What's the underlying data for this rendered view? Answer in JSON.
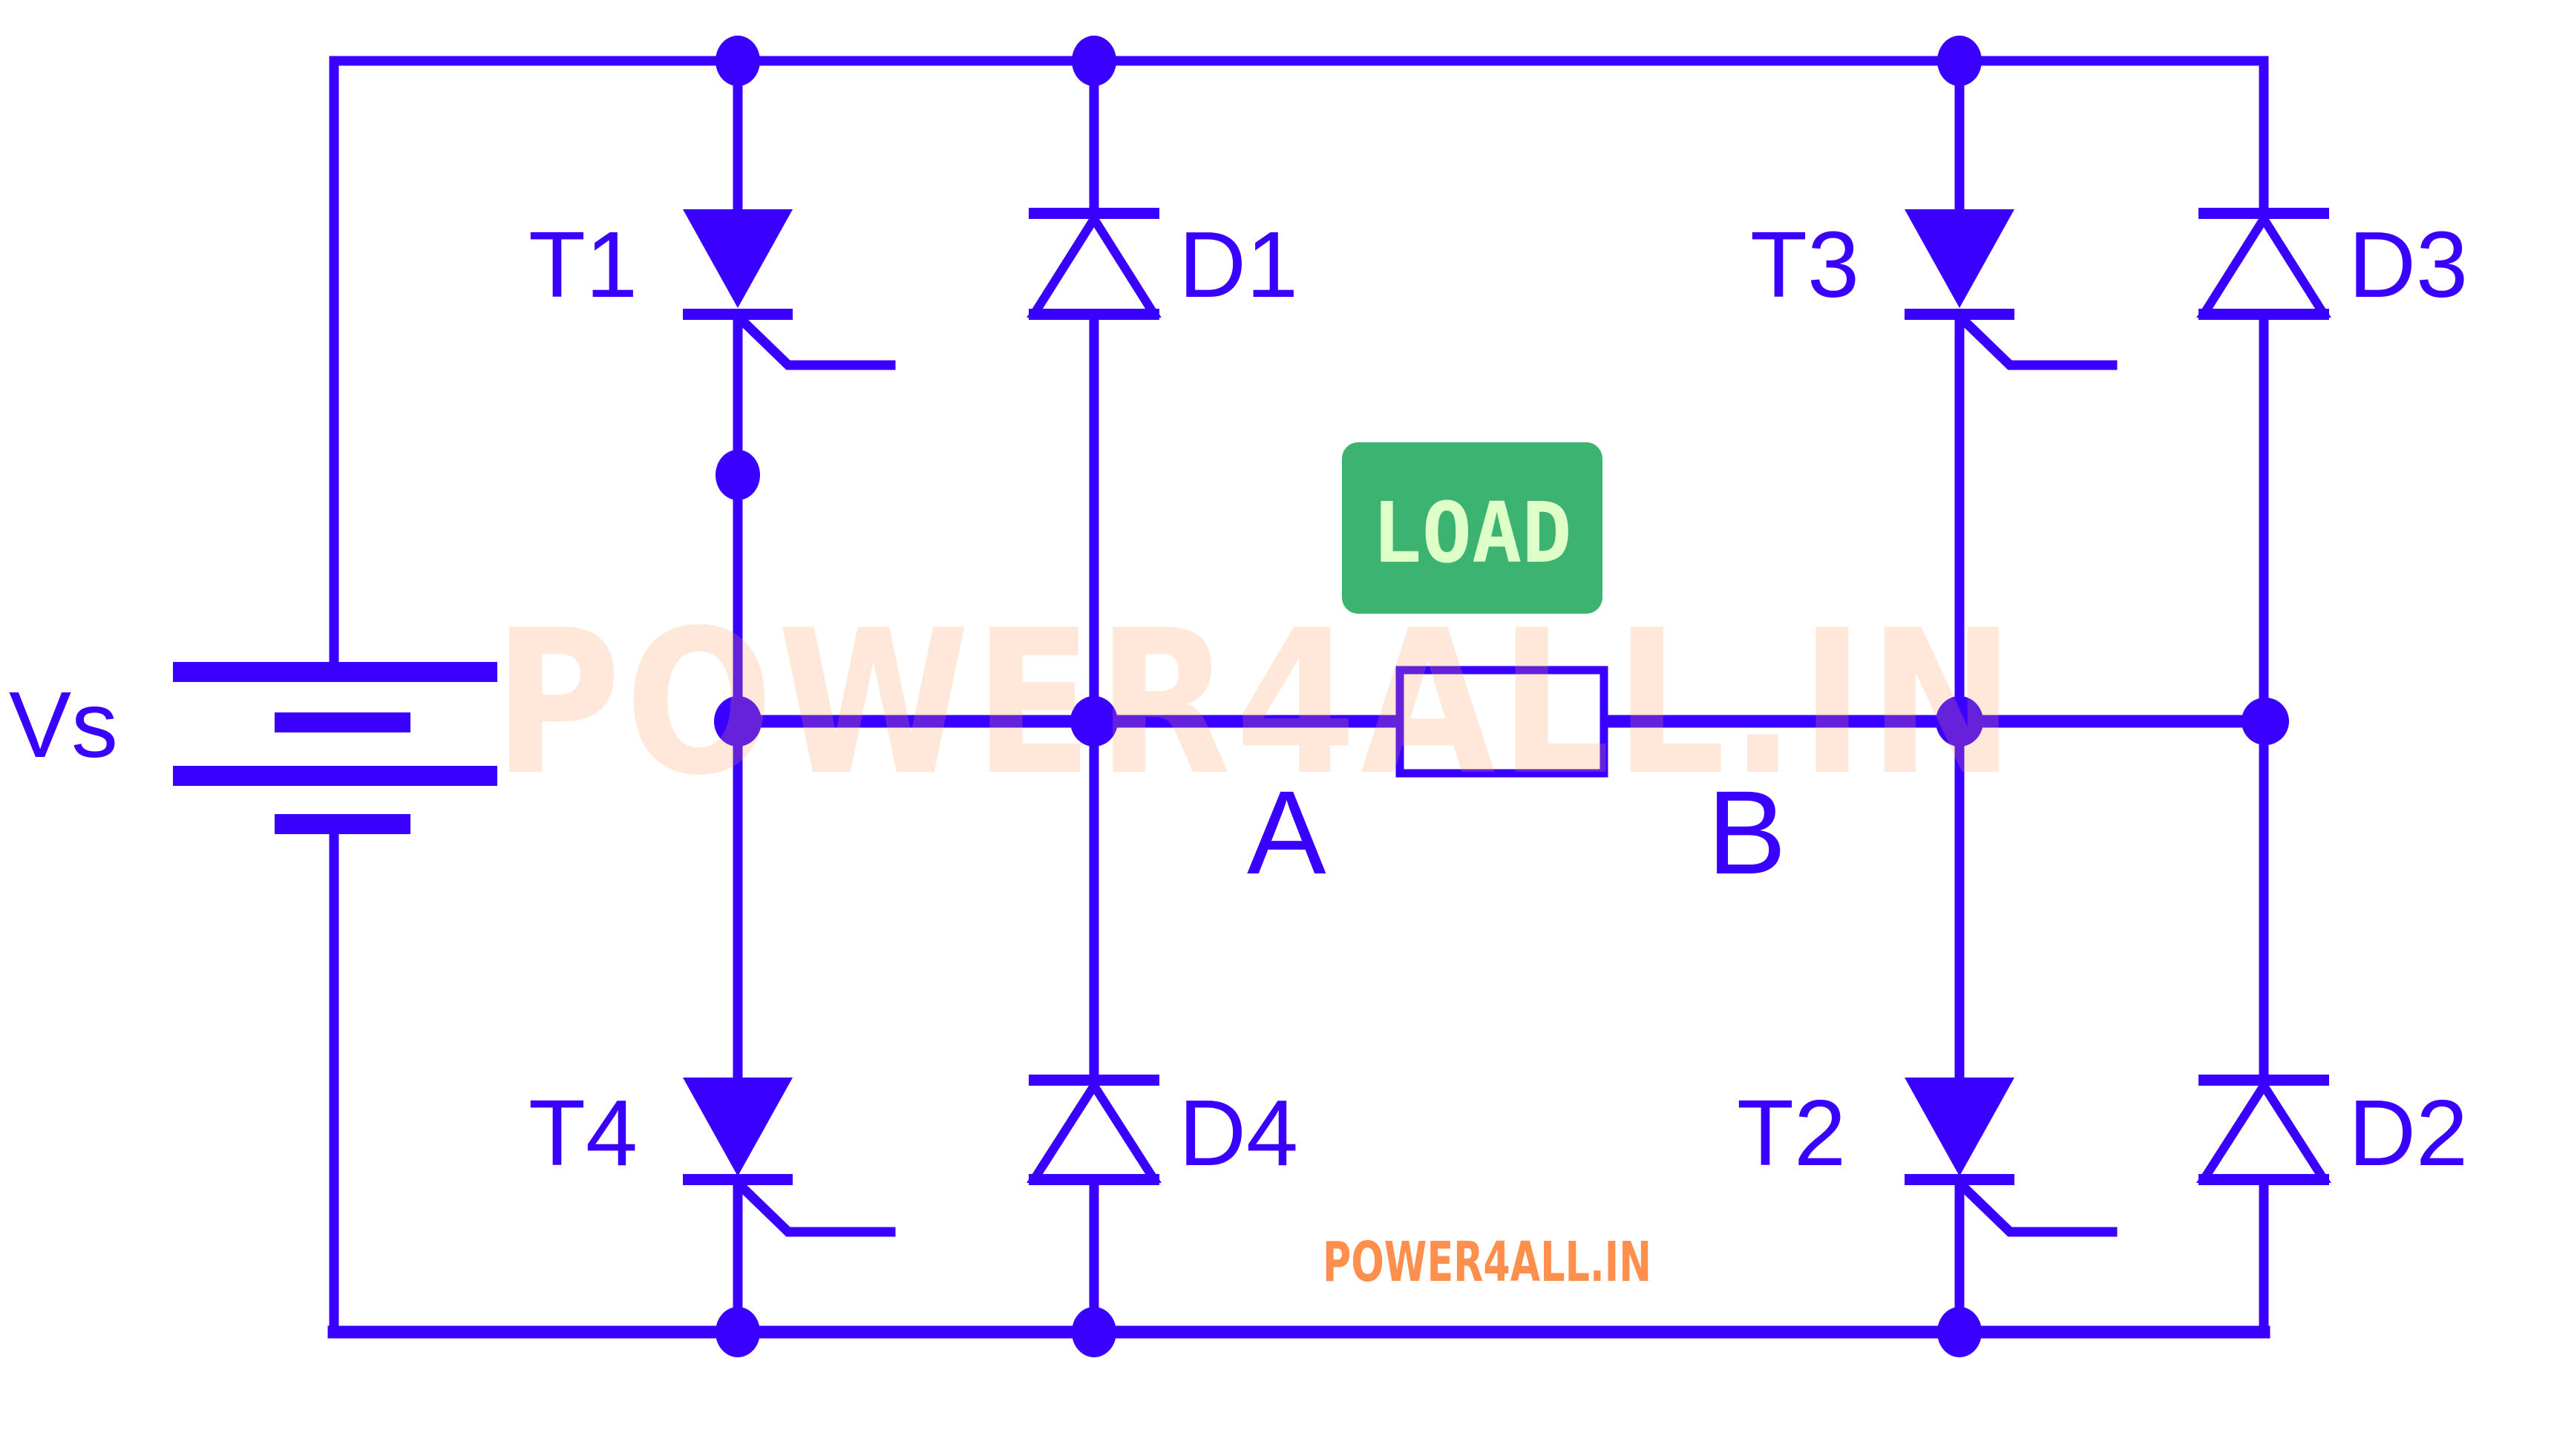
{
  "diagram": {
    "type": "circuit-schematic",
    "title": "Single-phase full-bridge inverter with thyristors and feedback diodes",
    "colors": {
      "wire": "#3a00ff",
      "load_badge": "#3db371",
      "load_badge_text": "#dfffc8",
      "watermark": "#ff8f4c"
    },
    "source": {
      "label": "Vs",
      "symbol": "battery-icon"
    },
    "thyristors": [
      {
        "id": "T1",
        "label": "T1",
        "leg": "left",
        "position": "upper"
      },
      {
        "id": "T4",
        "label": "T4",
        "leg": "left",
        "position": "lower"
      },
      {
        "id": "T3",
        "label": "T3",
        "leg": "right",
        "position": "upper"
      },
      {
        "id": "T2",
        "label": "T2",
        "leg": "right",
        "position": "lower"
      }
    ],
    "diodes": [
      {
        "id": "D1",
        "label": "D1",
        "antiparallel_to": "T1"
      },
      {
        "id": "D4",
        "label": "D4",
        "antiparallel_to": "T4"
      },
      {
        "id": "D3",
        "label": "D3",
        "antiparallel_to": "T3"
      },
      {
        "id": "D2",
        "label": "D2",
        "antiparallel_to": "T2"
      }
    ],
    "load": {
      "label": "LOAD",
      "terminals": [
        "A",
        "B"
      ]
    },
    "nodes": {
      "a": "A",
      "b": "B"
    },
    "watermark_big": "POWER4ALL.IN",
    "watermark_small": "POWER4ALL.IN"
  }
}
